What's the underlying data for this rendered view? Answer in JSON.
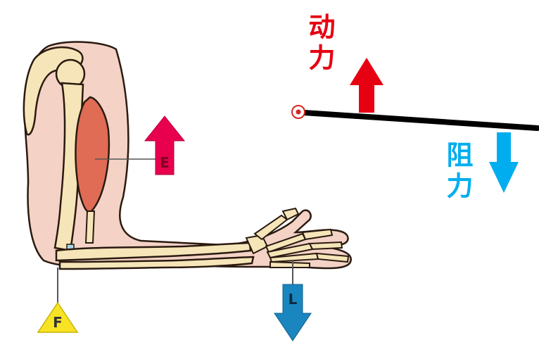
{
  "labels": {
    "effort_cn": "动力",
    "resistance_cn": "阻力",
    "effort_letter": "E",
    "load_letter": "L",
    "fulcrum_letter": "F"
  },
  "colors": {
    "effort": "#e60012",
    "resistance": "#00aeef",
    "load_arrow": "#1a86bf",
    "fulcrum": "#f7e324",
    "lever_bar": "#000000",
    "pivot": "#d9261c",
    "skin": "#f4d2c6",
    "bone": "#f5e5b8",
    "muscle": "#e06c55"
  },
  "icons": {
    "effort_arrow": "arrow-up",
    "resistance_arrow": "arrow-down",
    "fulcrum_marker": "triangle",
    "pivot_marker": "circle-target"
  }
}
